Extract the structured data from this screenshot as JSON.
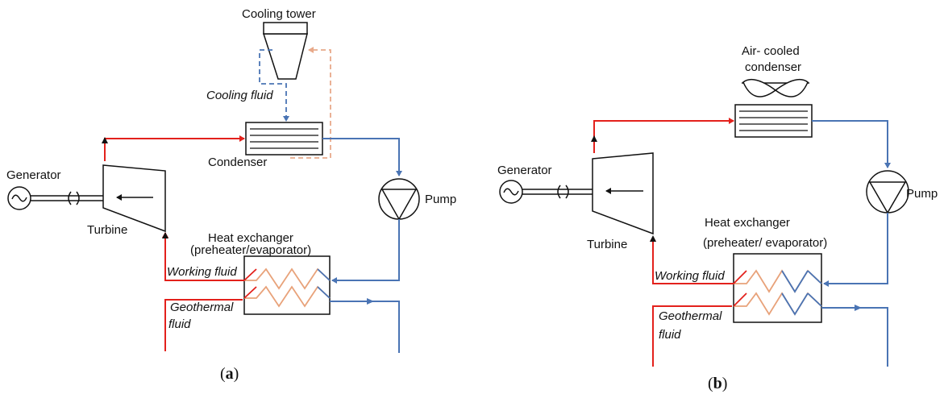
{
  "colors": {
    "hot": "#e3211c",
    "cool": "#4a74b4",
    "return": "#e8a98a",
    "coil_hot": "#e8a27a",
    "coil_cool": "#4a74b4",
    "ink": "#111111"
  },
  "panel_a": {
    "cooling_tower": "Cooling tower",
    "cooling_fluid": "Cooling fluid",
    "condenser": "Condenser",
    "generator": "Generator",
    "turbine": "Turbine",
    "pump": "Pump",
    "heat_exchanger_line1": "Heat exchanger",
    "heat_exchanger_line2": "(preheater/evaporator)",
    "working_fluid": "Working fluid",
    "geothermal_line1": "Geothermal",
    "geothermal_line2": "fluid",
    "caption_open": "(",
    "caption_letter": "a",
    "caption_close": ")"
  },
  "panel_b": {
    "condenser_line1": "Air- cooled",
    "condenser_line2": "condenser",
    "generator": "Generator",
    "turbine": "Turbine",
    "pump": "Pump",
    "heat_exchanger_line1": "Heat exchanger",
    "heat_exchanger_line2": "(preheater/ evaporator)",
    "working_fluid": "Working fluid",
    "geothermal_line1": "Geothermal",
    "geothermal_line2": "fluid",
    "caption_open": "(",
    "caption_letter": "b",
    "caption_close": ")"
  },
  "icons": [
    "generator-icon",
    "turbine-icon",
    "pump-icon",
    "condenser-icon",
    "cooling-tower-icon",
    "fan-icon",
    "heat-exchanger-icon"
  ]
}
